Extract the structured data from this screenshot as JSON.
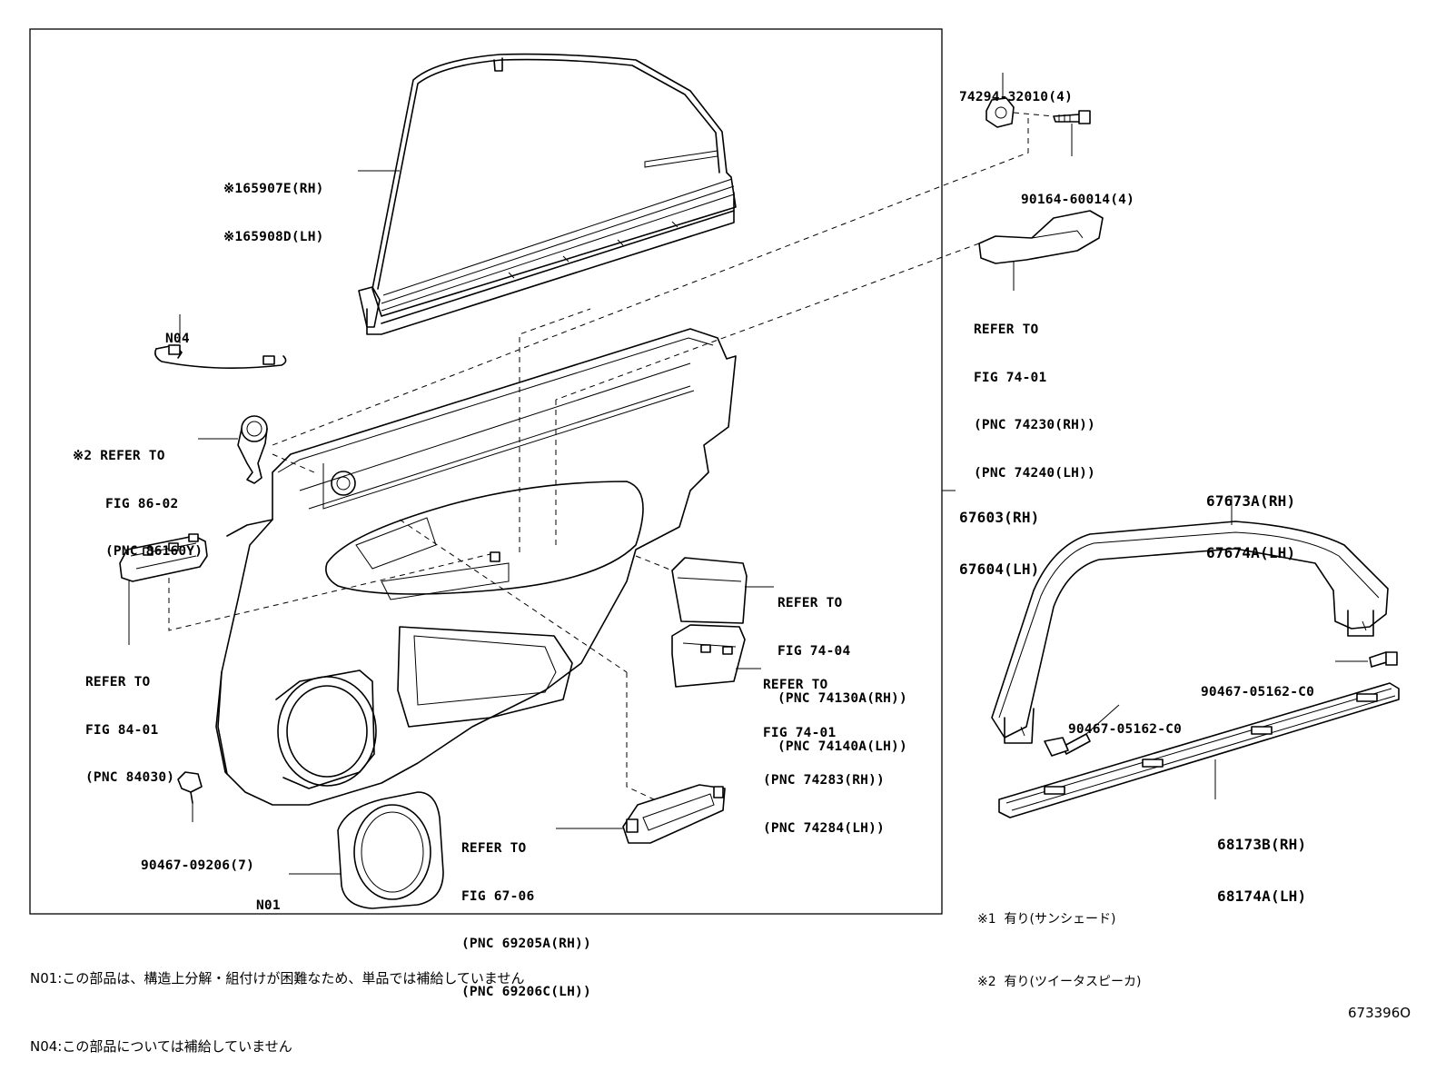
{
  "labels": {
    "glass_sunshade": [
      "※165907E(RH)",
      "※165908D(LH)"
    ],
    "n04": "N04",
    "tweeter": [
      "※2 REFER TO",
      "FIG 86-02",
      "(PNC 86160Y)"
    ],
    "switch_base": [
      "REFER TO",
      "FIG 84-01",
      "(PNC 84030)"
    ],
    "clip_09206": "90467-09206(7)",
    "n01": "N01",
    "handle_inside": [
      "REFER TO",
      "FIG 67-06",
      "(PNC 69205A(RH))",
      "(PNC 69206C(LH))"
    ],
    "pocket_upper": [
      "REFER TO",
      "FIG 74-04",
      "(PNC 74130A(RH))",
      "(PNC 74140A(LH))"
    ],
    "pocket_lower": [
      "REFER TO",
      "FIG 74-01",
      "(PNC 74283(RH))",
      "(PNC 74284(LH))"
    ],
    "door_trim": [
      "67603(RH)",
      "67604(LH)"
    ],
    "holder": "74294-32010(4)",
    "screw_60014": "90164-60014(4)",
    "assist_grip": [
      "REFER TO",
      "FIG 74-01",
      "(PNC 74230(RH))",
      "(PNC 74240(LH))"
    ],
    "weatherstrip": [
      "67673A(RH)",
      "67674A(LH)"
    ],
    "screw_c0_right": "90467-05162-C0",
    "screw_c0_left": "90467-05162-C0",
    "moulding": [
      "68173B(RH)",
      "68174A(LH)"
    ],
    "footnotes_right": [
      "※1  有り(サンシェード)",
      "※2  有り(ツイータスピーカ)"
    ],
    "footnotes_bottom": [
      "N01:この部品は、構造上分解・組付けが困難なため、単品では補給していません",
      "N04:この部品については補給していません"
    ],
    "figure_id": "673396O"
  }
}
